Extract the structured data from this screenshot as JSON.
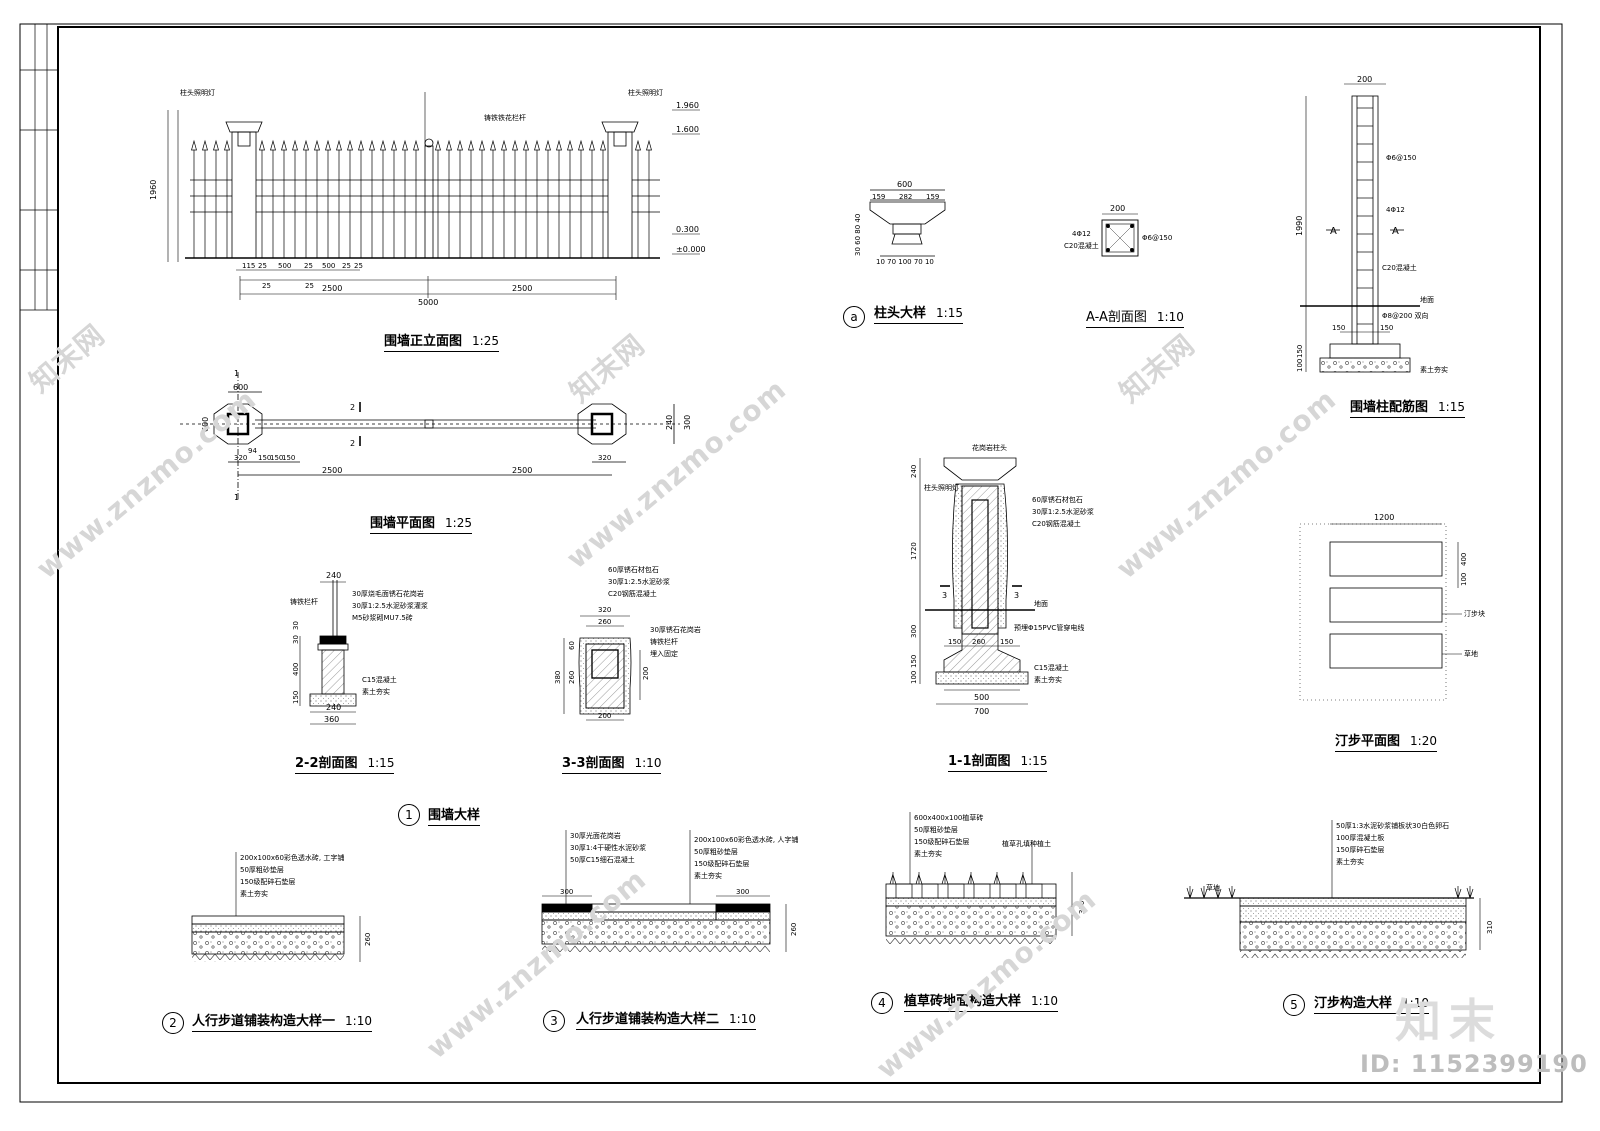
{
  "titles": {
    "elevation": {
      "name": "围墙正立面图",
      "scale": "1:25"
    },
    "plan": {
      "name": "围墙平面图",
      "scale": "1:25"
    },
    "cap": {
      "name": "柱头大样",
      "scale": "1:15",
      "badge": "a"
    },
    "aa": {
      "name": "A-A剖面图",
      "scale": "1:10"
    },
    "rebar": {
      "name": "围墙柱配筋图",
      "scale": "1:15"
    },
    "s22": {
      "name": "2-2剖面图",
      "scale": "1:15"
    },
    "s33": {
      "name": "3-3剖面图",
      "scale": "1:10"
    },
    "s11": {
      "name": "1-1剖面图",
      "scale": "1:15"
    },
    "step_plan": {
      "name": "汀步平面图",
      "scale": "1:20"
    },
    "wall_detail": {
      "name": "围墙大样",
      "badge": "1"
    },
    "pave1": {
      "name": "人行步道铺装构造大样一",
      "scale": "1:10",
      "badge": "2"
    },
    "pave2": {
      "name": "人行步道铺装构造大样二",
      "scale": "1:10",
      "badge": "3"
    },
    "grass": {
      "name": "植草砖地面构造大样",
      "scale": "1:10",
      "badge": "4"
    },
    "step": {
      "name": "汀步构造大样",
      "scale": "1:10",
      "badge": "5"
    }
  },
  "elevation": {
    "lamp_left": "柱头照明灯",
    "lamp_right": "柱头照明灯",
    "railing": "铸铁铁花栏杆",
    "levels": [
      "1.960",
      "1.600",
      "0.300",
      "±0.000"
    ],
    "height": "1960",
    "dims_row1": [
      "115",
      "25",
      "500",
      "25",
      "500",
      "25",
      "25"
    ],
    "dims_row2": [
      "25",
      "25"
    ],
    "half_left": "2500",
    "half_right": "2500",
    "total": "5000"
  },
  "plan": {
    "top_dim": "600",
    "side_dim": "600",
    "right_dims": [
      "240",
      "300"
    ],
    "small_dims": [
      "320",
      "150",
      "150",
      "150",
      "320",
      "94"
    ],
    "half_left": "2500",
    "half_right": "2500",
    "cut_mark": "2",
    "cut_mark_1": "1"
  },
  "cap": {
    "top": "600",
    "parts": [
      "159",
      "282",
      "159"
    ],
    "bottom": "10 70 100 70 10",
    "side": "30 60 80 40"
  },
  "aa": {
    "width": "200",
    "rebar": "4Φ12",
    "stirrup": "Φ6@150",
    "concrete": "C20混凝土"
  },
  "rebar": {
    "width": "200",
    "height": "1990",
    "stirrup": "Φ6@150",
    "main": "4Φ12",
    "concrete": "C20混凝土",
    "ground": "地面",
    "bottom_bar": "Φ8@200 双向",
    "footing": [
      "150",
      "150"
    ],
    "base": "素土夯实",
    "section": "A",
    "vdims": [
      "100",
      "150"
    ]
  },
  "s22": {
    "width_top": "240",
    "notes": [
      "30厚烧毛面锈石花岗岩",
      "30厚1:2.5水泥砂浆灌浆",
      "M5砂浆砌MU7.5砖"
    ],
    "railing": "铸铁栏杆",
    "concrete": "C15混凝土",
    "base": "素土夯实",
    "w1": "240",
    "w2": "360",
    "vdims": [
      "30",
      "30",
      "400",
      "150"
    ]
  },
  "s33": {
    "notes": [
      "60厚锈石材包石",
      "30厚1:2.5水泥砂浆",
      "C20钢筋混凝土"
    ],
    "note_right": [
      "30厚锈石花岗岩",
      "铸铁栏杆",
      "埋入固定"
    ],
    "w320": "320",
    "w260": "260",
    "w200": "200",
    "h380": "380",
    "h260": "260",
    "h60": "60",
    "h200": "200"
  },
  "s11": {
    "cap": "花岗岩柱头",
    "lamp": "柱头照明灯",
    "notes": [
      "60厚锈石材包石",
      "30厚1:2.5水泥砂浆",
      "C20钢筋混凝土"
    ],
    "ground": "地面",
    "pipe": "预埋Φ15PVC管穿电线",
    "concrete": "C15混凝土",
    "base": "素土夯实",
    "vdims": [
      "240",
      "1720",
      "300",
      "150",
      "100"
    ],
    "w150a": "150",
    "w260": "260",
    "w150b": "150",
    "w500": "500",
    "w700": "700",
    "cut": "3"
  },
  "step_plan": {
    "width": "1200",
    "h400": "400",
    "h100": "100",
    "stone": "汀步块",
    "grass": "草地"
  },
  "pave1": {
    "notes": [
      "200x100x60彩色透水砖, 工字铺",
      "50厚粗砂垫层",
      "150级配碎石垫层",
      "素土夯实"
    ],
    "height": "260"
  },
  "pave2": {
    "notes_left": [
      "30厚光面花岗岩",
      "30厚1:4干硬性水泥砂浆",
      "50厚C15细石混凝土"
    ],
    "notes_right": [
      "200x100x60彩色透水砖, 人字铺",
      "50厚粗砂垫层",
      "150级配碎石垫层",
      "素土夯实"
    ],
    "w300a": "300",
    "w300b": "300",
    "height": "260"
  },
  "grass": {
    "notes": [
      "600x400x100植草砖",
      "50厚粗砂垫层",
      "150级配碎石垫层",
      "素土夯实"
    ],
    "fill": "植草孔填种植土",
    "height": "300"
  },
  "step": {
    "notes": [
      "50厚1:3水泥砂浆铺板状30白色卵石",
      "100厚混凝土板",
      "150厚碎石垫层",
      "素土夯实"
    ],
    "grass": "草地",
    "height": "310"
  },
  "watermark": {
    "site": "www.znzmo.com",
    "brand": "知末网",
    "logo": "知末",
    "id": "ID: 1152399190"
  },
  "colors": {
    "line": "#000000",
    "hatch": "#555555",
    "watermark": "#d6d6d6"
  }
}
